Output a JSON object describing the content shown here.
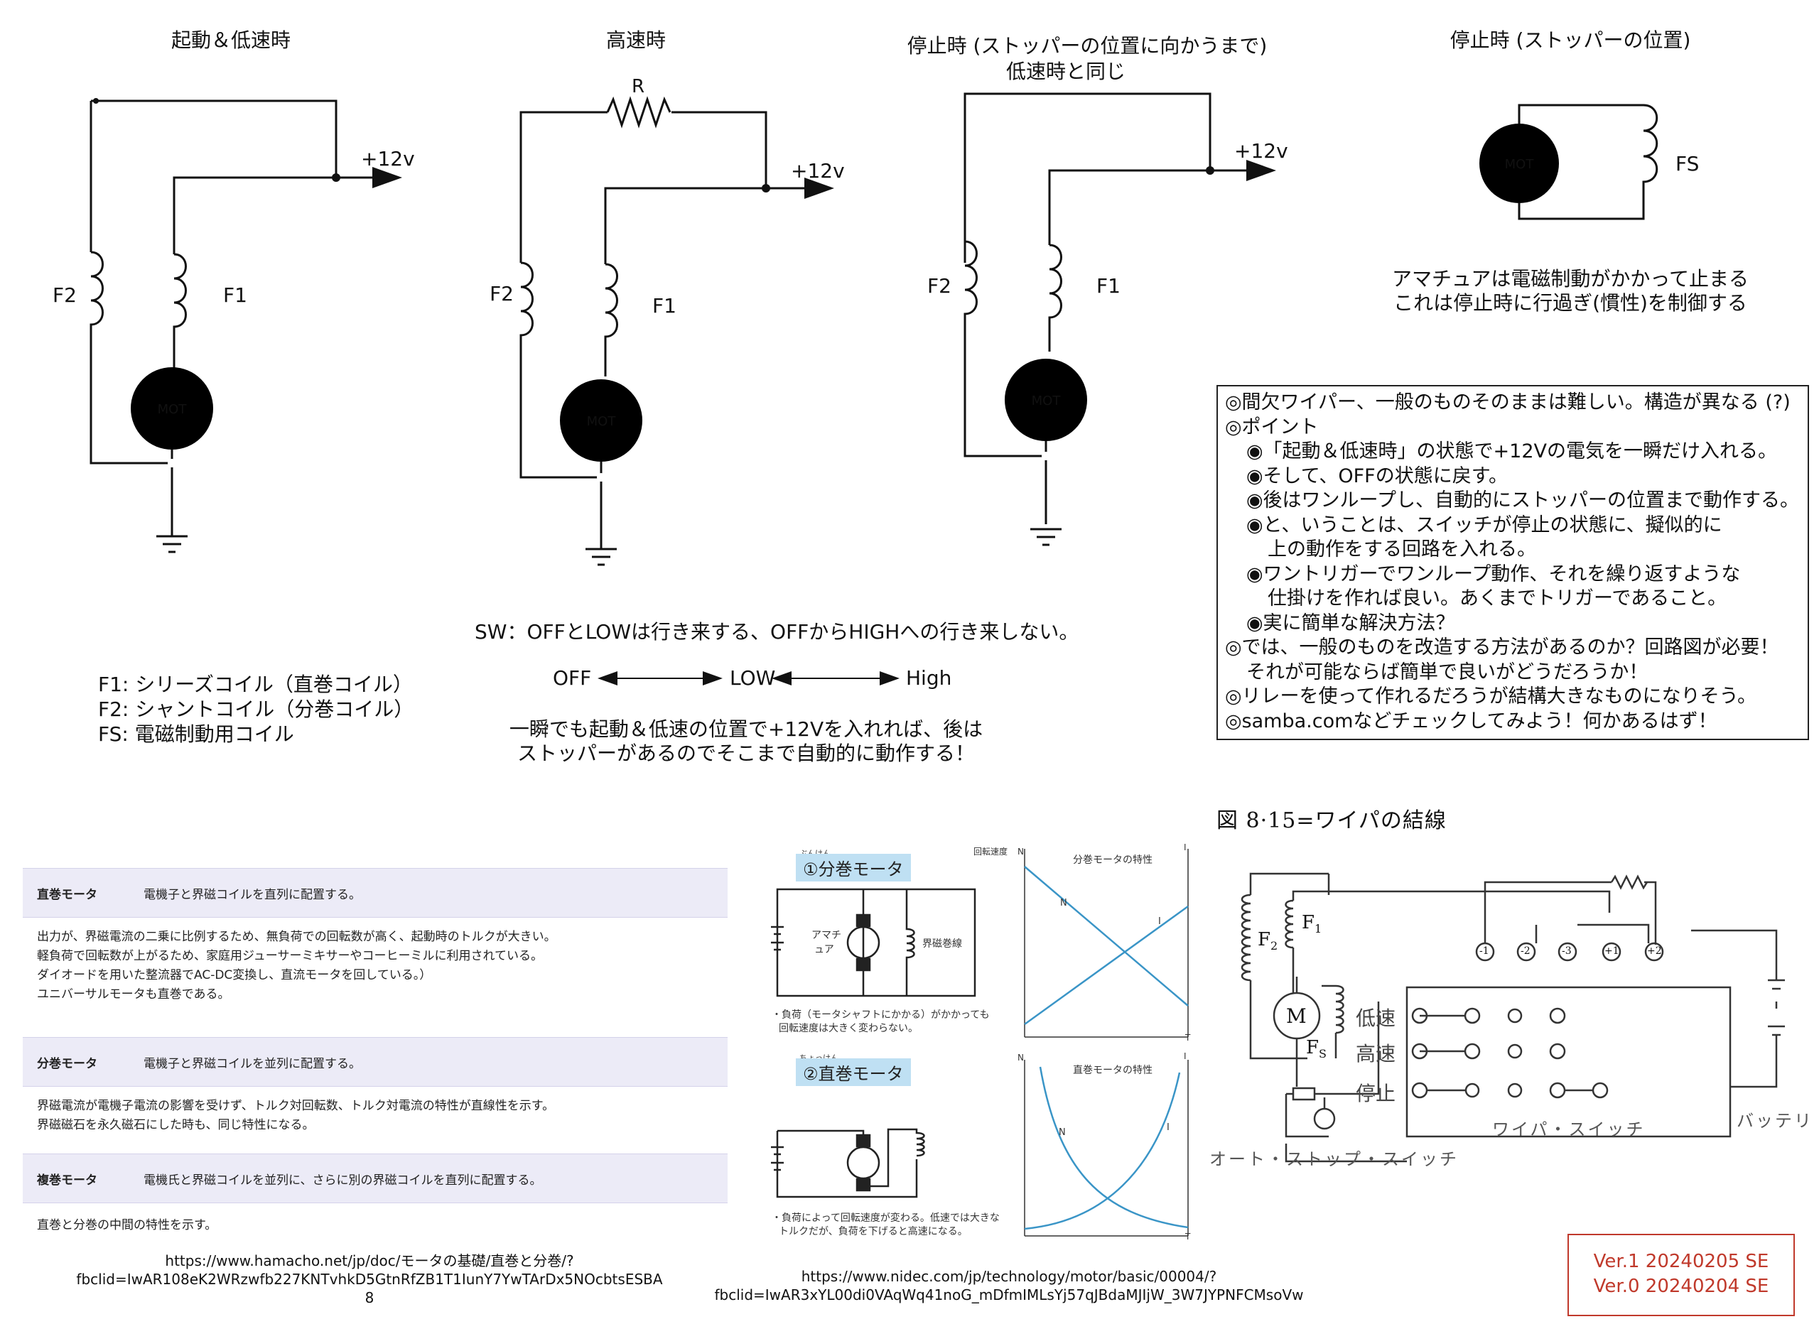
{
  "circuits": {
    "c1_title": "起動＆低速時",
    "c2_title": "高速時",
    "c3_title_line1": "停止時 (ストッパーの位置に向かうまで)",
    "c3_title_line2": "低速時と同じ",
    "c4_title": "停止時 (ストッパーの位置)",
    "label_12v": "+12v",
    "label_f1": "F1",
    "label_f2": "F2",
    "label_r": "R",
    "label_mot": "MOT",
    "label_fs": "FS"
  },
  "armature_note": {
    "line1": "アマチュアは電磁制動がかかって止まる",
    "line2": "これは停止時に行過ぎ(慣性)を制御する"
  },
  "notes": [
    "◎間欠ワイパー、一般のものそのままは難しい。構造が異なる (?)",
    "◎ポイント",
    "◉「起動＆低速時」の状態で+12Vの電気を一瞬だけ入れる。",
    "◉そして、OFFの状態に戻す。",
    "◉後はワンループし、自動的にストッパーの位置まで動作する。",
    "◉と、いうことは、スイッチが停止の状態に、擬似的に",
    "上の動作をする回路を入れる。",
    "◉ワントリガーでワンループ動作、それを繰り返すような",
    "仕掛けを作れば良い。あくまでトリガーであること。",
    "◉実に簡単な解決方法？",
    "◎では、一般のものを改造する方法があるのか？回路図が必要！",
    "それが可能ならば簡単で良いがどうだろうか！",
    "◎リレーを使って作れるだろうが結構大きなものになりそう。",
    "◎samba.comなどチェックしてみよう！何かあるはず！"
  ],
  "legend": {
    "f1": "F1: シリーズコイル（直巻コイル）",
    "f2": "F2: シャントコイル（分巻コイル）",
    "fs": "FS: 電磁制動用コイル"
  },
  "switch": {
    "description": "SW：OFFとLOWは行き来する、OFFからHIGHへの行き来しない。",
    "off": "OFF",
    "low": "LOW",
    "high": "High",
    "note_line1": "一瞬でも起動＆低速の位置で+12Vを入れれば、後は",
    "note_line2": "ストッパーがあるのでそこまで自動的に動作する！"
  },
  "motor_table": {
    "series_name": "直巻モータ",
    "series_desc": "電機子と界磁コイルを直列に配置する。",
    "series_body": [
      "出力が、界磁電流の二乗に比例するため、無負荷での回転数が高く、起動時のトルクが大きい。",
      "軽負荷で回転数が上がるため、家庭用ジューサーミキサーやコーヒーミルに利用されている。",
      "ダイオードを用いた整流器でAC-DC変換し、直流モータを回している。）",
      "ユニバーサルモータも直巻である。"
    ],
    "shunt_name": "分巻モータ",
    "shunt_desc": "電機子と界磁コイルを並列に配置する。",
    "shunt_body": [
      "界磁電流が電機子電流の影響を受けず、トルク対回転数、トルク対電流の特性が直線性を示す。",
      "界磁磁石を永久磁石にした時も、同じ特性になる。"
    ],
    "compound_name": "複巻モータ",
    "compound_desc": "電機氏と界磁コイルを並列に、さらに別の界磁コイルを直列に配置する。",
    "compound_body": [
      "直巻と分巻の中間の特性を示す。"
    ]
  },
  "sources": {
    "hamacho_line1": "https://www.hamacho.net/jp/doc/モータの基礎/直巻と分巻/?",
    "hamacho_line2": "fbclid=IwAR108eK2WRzwfb227KNTvhkD5GtnRfZB1T1IunY7YwTArDx5NOcbtsESBA",
    "page_number": "8",
    "nidec_line1": "https://www.nidec.com/jp/technology/motor/basic/00004/?",
    "nidec_line2": "fbclid=IwAR3xYL00di0VAqWq41noG_mDfmIMLsYj57qJBdaMJIjW_3W7JYPNFCMsoVw"
  },
  "nidec_figure": {
    "shunt_title": "①分巻モータ",
    "shunt_ruby": "ぶんけん",
    "armature_label_1": "アマチ",
    "armature_label_2": "ュア",
    "field_label": "界磁巻線",
    "shunt_note_1": "・負荷（モータシャフトにかかる）がかかっても",
    "shunt_note_2": "回転速度は大きく変わらない。",
    "series_title": "②直巻モータ",
    "series_ruby": "ちょっけん",
    "series_note_1": "・負荷によって回転速度が変わる。低速では大きな",
    "series_note_2": "トルクだが、負荷を下げると高速になる。",
    "graph1_title": "分巻モータの特性",
    "graph2_title": "直巻モータの特性",
    "axis_speed": "回転速度",
    "axis_n": "N",
    "axis_i": "I",
    "axis_t": "T"
  },
  "wiper_figure": {
    "title": "図 8·15=ワイパの結線",
    "f1": "F",
    "f1_sub": "1",
    "f2": "F",
    "f2_sub": "2",
    "fs": "F",
    "fs_sub": "S",
    "motor": "M",
    "low": "低速",
    "high": "高速",
    "stop": "停止",
    "switch_label": "ワイパ・スイッチ",
    "battery_label": "バッテリ",
    "auto_stop": "オート・ストップ・スイッチ",
    "term1": "-1",
    "term2": "-2",
    "term3": "-3",
    "term4": "+1",
    "term5": "+2"
  },
  "version": {
    "line1": "Ver.1 20240205 SE",
    "line2": "Ver.0 20240204 SE"
  },
  "colors": {
    "accent_red": "#c0392b",
    "graph_blue": "#3a95c7",
    "table_header": "#ecebf7",
    "label_blue": "#bfe0f3"
  }
}
